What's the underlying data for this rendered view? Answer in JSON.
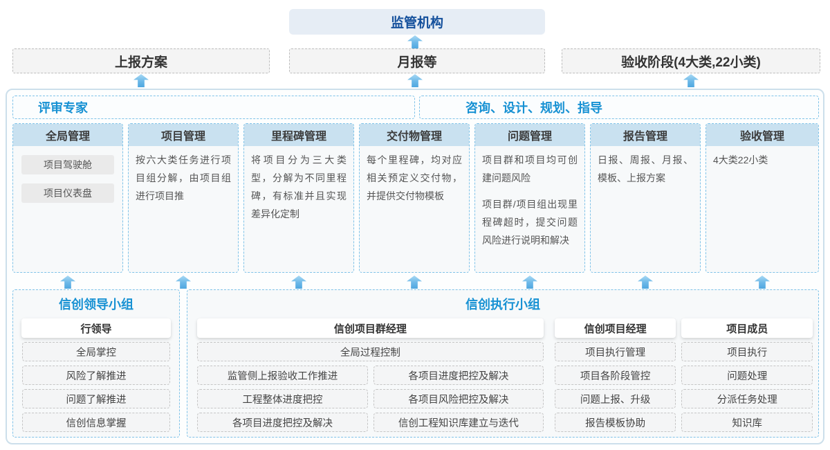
{
  "colors": {
    "accent_blue": "#1791d3",
    "dark_blue": "#14509c",
    "column_header_bg": "#c9e1f0",
    "dashed_blue_border": "#7ec2e8",
    "arrow_blue": "#4fa7e0",
    "regulator_bg": "#e6edf5"
  },
  "top": {
    "regulator": "监管机构"
  },
  "report_row": [
    {
      "label": "上报方案"
    },
    {
      "label": "月报等"
    },
    {
      "label": "验收阶段(4大类,22小类)"
    }
  ],
  "platform": {
    "left_header": "评审专家",
    "right_header": "咨询、设计、规划、指导",
    "columns": [
      {
        "title": "全局管理",
        "pills": [
          "项目驾驶舱",
          "项目仪表盘"
        ]
      },
      {
        "title": "项目管理",
        "body": "按六大类任务进行项目组分解，由项目组进行项目推"
      },
      {
        "title": "里程碑管理",
        "body": "将项目分为三大类型，分解为不同里程碑，有标准并且实现差异化定制"
      },
      {
        "title": "交付物管理",
        "body": "每个里程碑，均对应相关预定义交付物，并提供交付物模板"
      },
      {
        "title": "问题管理",
        "body": "项目群和项目均可创建问题风险",
        "body2": "项目群/项目组出现里程碑超时，提交问题风险进行说明和解决"
      },
      {
        "title": "报告管理",
        "body": "日报、周报、月报、模板、上报方案"
      },
      {
        "title": "验收管理",
        "body": "4大类22小类"
      }
    ]
  },
  "groups": {
    "leader": {
      "title": "信创领导小组",
      "role": "行领导",
      "items": [
        "全局掌控",
        "风险了解推进",
        "问题了解推进",
        "信创信息掌握"
      ]
    },
    "executor": {
      "title": "信创执行小组",
      "program_manager": {
        "role": "信创项目群经理",
        "full_item": "全局过程控制",
        "left_items": [
          "监管侧上报验收工作推进",
          "工程整体进度把控",
          "各项目进度把控及解决"
        ],
        "right_items": [
          "各项目进度把控及解决",
          "各项目风险把控及解决",
          "信创工程知识库建立与迭代"
        ]
      },
      "project_manager": {
        "role": "信创项目经理",
        "items": [
          "项目执行管理",
          "项目各阶段管控",
          "问题上报、升级",
          "报告模板协助"
        ]
      },
      "member": {
        "role": "项目成员",
        "items": [
          "项目执行",
          "问题处理",
          "分派任务处理",
          "知识库"
        ]
      }
    }
  }
}
